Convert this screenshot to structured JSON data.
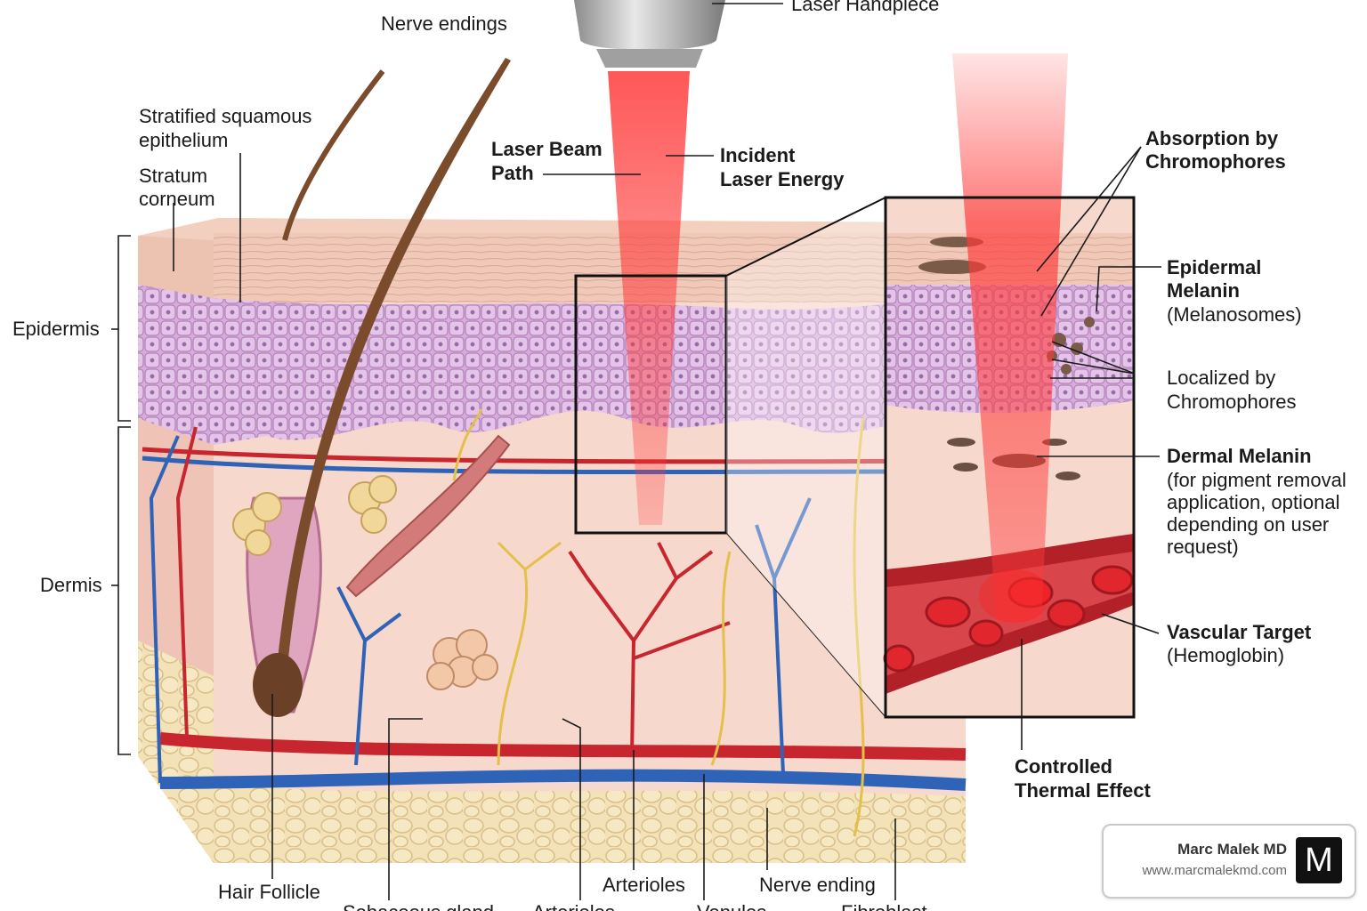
{
  "labels": {
    "nerve_endings": "Nerve endings",
    "laser_handpiece": "Laser Handpiece",
    "stratified_squamous": "Stratified squamous",
    "epithelium": "epithelium",
    "stratum": "Stratum",
    "corneum": "corneum",
    "laser_beam": "Laser Beam",
    "path": "Path",
    "incident": "Incident",
    "laser_energy": "Laser Energy",
    "absorption_by": "Absorption by",
    "chromophores": "Chromophores",
    "epidermal": "Epidermal",
    "melanin": "Melanin",
    "melanosomes": "(Melanosomes)",
    "localized_by": "Localized by",
    "chromophores2": "Chromophores",
    "dermal_melanin": "Dermal Melanin",
    "dermal_note_1": "(for pigment removal",
    "dermal_note_2": "application, optional",
    "dermal_note_3": "depending on user",
    "dermal_note_4": "request)",
    "vascular_target": "Vascular Target",
    "hemoglobin": "(Hemoglobin)",
    "controlled": "Controlled",
    "thermal_effect": "Thermal Effect",
    "epidermis": "Epidermis",
    "dermis": "Dermis",
    "hair_follicle": "Hair Follicle",
    "sebaceous_gland": "Sebaceous gland",
    "arterioles_bottom": "Arterioles",
    "arterioles": "Arterioles",
    "venules": "Venules",
    "nerve_ending": "Nerve ending",
    "fibroblast": "Fibroblast"
  },
  "badge": {
    "name": "Marc Malek MD",
    "url": "www.marcmalekmd.com",
    "logo": "M"
  },
  "colors": {
    "laser": "#e8262b",
    "epidermis": "#c99ad0",
    "dermis": "#f6d3c9",
    "artery": "#c8262e",
    "vein": "#2f63b8",
    "fat": "#efd9a8",
    "melanin": "#6a5040"
  }
}
